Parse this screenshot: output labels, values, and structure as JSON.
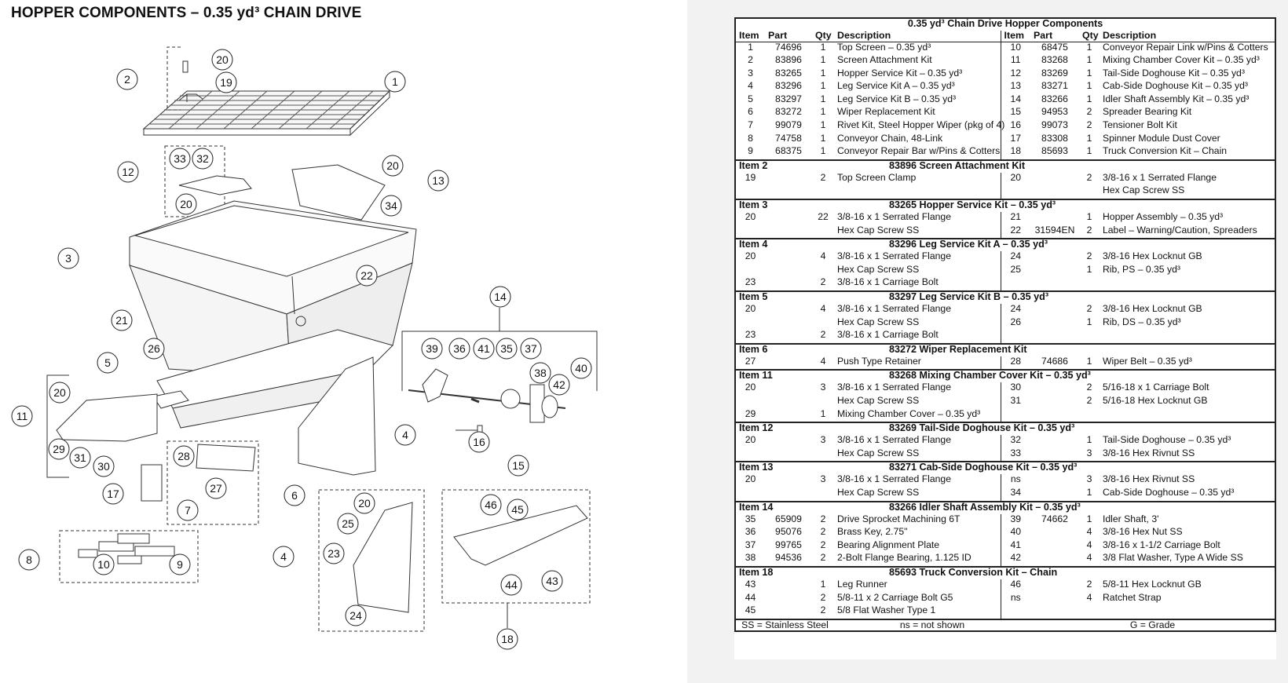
{
  "page": {
    "title": "HOPPER COMPONENTS – 0.35 yd³ CHAIN DRIVE"
  },
  "diagram": {
    "callouts": [
      "1",
      "2",
      "3",
      "4",
      "4",
      "5",
      "6",
      "7",
      "8",
      "9",
      "10",
      "11",
      "12",
      "13",
      "14",
      "15",
      "16",
      "17",
      "18",
      "19",
      "20",
      "20",
      "20",
      "20",
      "20",
      "21",
      "22",
      "23",
      "24",
      "25",
      "26",
      "27",
      "28",
      "29",
      "30",
      "31",
      "32",
      "33",
      "34",
      "35",
      "36",
      "37",
      "38",
      "39",
      "40",
      "41",
      "42",
      "43",
      "44",
      "45",
      "46"
    ]
  },
  "table": {
    "title": "0.35 yd³ Chain Drive Hopper Components",
    "columns": [
      "Item",
      "Part",
      "Qty",
      "Description",
      "Item",
      "Part",
      "Qty",
      "Description"
    ],
    "main_rows": [
      [
        "1",
        "74696",
        "1",
        "Top Screen – 0.35 yd³",
        "10",
        "68475",
        "1",
        "Conveyor Repair Link w/Pins & Cotters"
      ],
      [
        "2",
        "83896",
        "1",
        "Screen Attachment Kit",
        "11",
        "83268",
        "1",
        "Mixing Chamber Cover Kit – 0.35 yd³"
      ],
      [
        "3",
        "83265",
        "1",
        "Hopper Service Kit – 0.35 yd³",
        "12",
        "83269",
        "1",
        "Tail-Side Doghouse Kit – 0.35 yd³"
      ],
      [
        "4",
        "83296",
        "1",
        "Leg Service Kit A – 0.35 yd³",
        "13",
        "83271",
        "1",
        "Cab-Side Doghouse Kit – 0.35 yd³"
      ],
      [
        "5",
        "83297",
        "1",
        "Leg Service Kit B – 0.35 yd³",
        "14",
        "83266",
        "1",
        "Idler Shaft Assembly Kit – 0.35 yd³"
      ],
      [
        "6",
        "83272",
        "1",
        "Wiper Replacement Kit",
        "15",
        "94953",
        "2",
        "Spreader Bearing Kit"
      ],
      [
        "7",
        "99079",
        "1",
        "Rivet Kit, Steel Hopper Wiper (pkg of 4)",
        "16",
        "99073",
        "2",
        "Tensioner Bolt Kit"
      ],
      [
        "8",
        "74758",
        "1",
        "Conveyor Chain, 48-Link",
        "17",
        "83308",
        "1",
        "Spinner Module Dust Cover"
      ],
      [
        "9",
        "68375",
        "1",
        "Conveyor Repair Bar w/Pins & Cotters",
        "18",
        "85693",
        "1",
        "Truck Conversion Kit – Chain"
      ]
    ],
    "sections": [
      {
        "item": "Item 2",
        "title": "83896  Screen Attachment Kit",
        "rows": [
          [
            "19",
            "",
            "2",
            "Top Screen Clamp",
            "20",
            "",
            "2",
            "3/8-16 x 1 Serrated Flange"
          ],
          [
            "",
            "",
            "",
            "",
            "",
            "",
            "",
            "Hex Cap Screw SS"
          ]
        ]
      },
      {
        "item": "Item 3",
        "title": "83265  Hopper Service Kit – 0.35 yd³",
        "rows": [
          [
            "20",
            "",
            "22",
            "3/8-16 x 1 Serrated Flange",
            "21",
            "",
            "1",
            "Hopper Assembly – 0.35 yd³"
          ],
          [
            "",
            "",
            "",
            "Hex Cap Screw SS",
            "22",
            "31594EN",
            "2",
            "Label – Warning/Caution, Spreaders"
          ]
        ]
      },
      {
        "item": "Item 4",
        "title": "83296  Leg Service Kit A – 0.35 yd³",
        "rows": [
          [
            "20",
            "",
            "4",
            "3/8-16 x 1 Serrated Flange",
            "24",
            "",
            "2",
            "3/8-16 Hex Locknut GB"
          ],
          [
            "",
            "",
            "",
            "Hex Cap Screw SS",
            "25",
            "",
            "1",
            "Rib, PS – 0.35 yd³"
          ],
          [
            "23",
            "",
            "2",
            "3/8-16 x 1 Carriage Bolt",
            "",
            "",
            "",
            ""
          ]
        ]
      },
      {
        "item": "Item 5",
        "title": "83297  Leg Service Kit B – 0.35 yd³",
        "rows": [
          [
            "20",
            "",
            "4",
            "3/8-16 x 1 Serrated Flange",
            "24",
            "",
            "2",
            "3/8-16 Hex Locknut GB"
          ],
          [
            "",
            "",
            "",
            "Hex Cap Screw SS",
            "26",
            "",
            "1",
            "Rib, DS – 0.35 yd³"
          ],
          [
            "23",
            "",
            "2",
            "3/8-16 x 1 Carriage Bolt",
            "",
            "",
            "",
            ""
          ]
        ]
      },
      {
        "item": "Item 6",
        "title": "83272  Wiper Replacement Kit",
        "rows": [
          [
            "27",
            "",
            "4",
            "Push Type Retainer",
            "28",
            "74686",
            "1",
            "Wiper Belt – 0.35 yd³"
          ]
        ]
      },
      {
        "item": "Item 11",
        "title": "83268  Mixing Chamber Cover Kit – 0.35 yd³",
        "rows": [
          [
            "20",
            "",
            "3",
            "3/8-16 x 1 Serrated Flange",
            "30",
            "",
            "2",
            "5/16-18 x 1 Carriage Bolt"
          ],
          [
            "",
            "",
            "",
            "Hex Cap Screw SS",
            "31",
            "",
            "2",
            "5/16-18 Hex Locknut GB"
          ],
          [
            "29",
            "",
            "1",
            "Mixing Chamber Cover – 0.35 yd³",
            "",
            "",
            "",
            ""
          ]
        ]
      },
      {
        "item": "Item 12",
        "title": "83269  Tail-Side Doghouse Kit – 0.35 yd³",
        "rows": [
          [
            "20",
            "",
            "3",
            "3/8-16 x 1 Serrated Flange",
            "32",
            "",
            "1",
            "Tail-Side Doghouse – 0.35 yd³"
          ],
          [
            "",
            "",
            "",
            "Hex Cap Screw SS",
            "33",
            "",
            "3",
            "3/8-16 Hex Rivnut SS"
          ]
        ]
      },
      {
        "item": "Item 13",
        "title": "83271  Cab-Side Doghouse Kit – 0.35 yd³",
        "rows": [
          [
            "20",
            "",
            "3",
            "3/8-16 x 1 Serrated Flange",
            "ns",
            "",
            "3",
            "3/8-16 Hex Rivnut SS"
          ],
          [
            "",
            "",
            "",
            "Hex Cap Screw SS",
            "34",
            "",
            "1",
            "Cab-Side Doghouse – 0.35 yd³"
          ]
        ]
      },
      {
        "item": "Item 14",
        "title": "83266  Idler Shaft Assembly Kit – 0.35 yd³",
        "rows": [
          [
            "35",
            "65909",
            "2",
            "Drive Sprocket Machining 6T",
            "39",
            "74662",
            "1",
            "Idler Shaft, 3'"
          ],
          [
            "36",
            "95076",
            "2",
            "Brass Key, 2.75\"",
            "40",
            "",
            "4",
            "3/8-16 Hex Nut SS"
          ],
          [
            "37",
            "99765",
            "2",
            "Bearing Alignment Plate",
            "41",
            "",
            "4",
            "3/8-16 x 1-1/2 Carriage Bolt"
          ],
          [
            "38",
            "94536",
            "2",
            "2-Bolt Flange Bearing, 1.125 ID",
            "42",
            "",
            "4",
            "3/8 Flat Washer, Type A Wide SS"
          ]
        ]
      },
      {
        "item": "Item 18",
        "title": "85693  Truck Conversion Kit – Chain",
        "rows": [
          [
            "43",
            "",
            "1",
            "Leg Runner",
            "46",
            "",
            "2",
            "5/8-11 Hex Locknut GB"
          ],
          [
            "44",
            "",
            "2",
            "5/8-11 x 2 Carriage Bolt G5",
            "ns",
            "",
            "4",
            "Ratchet Strap"
          ],
          [
            "45",
            "",
            "2",
            "5/8 Flat Washer Type 1",
            "",
            "",
            "",
            ""
          ]
        ]
      }
    ],
    "legend": [
      "SS = Stainless Steel",
      "ns = not shown",
      "G = Grade"
    ]
  }
}
